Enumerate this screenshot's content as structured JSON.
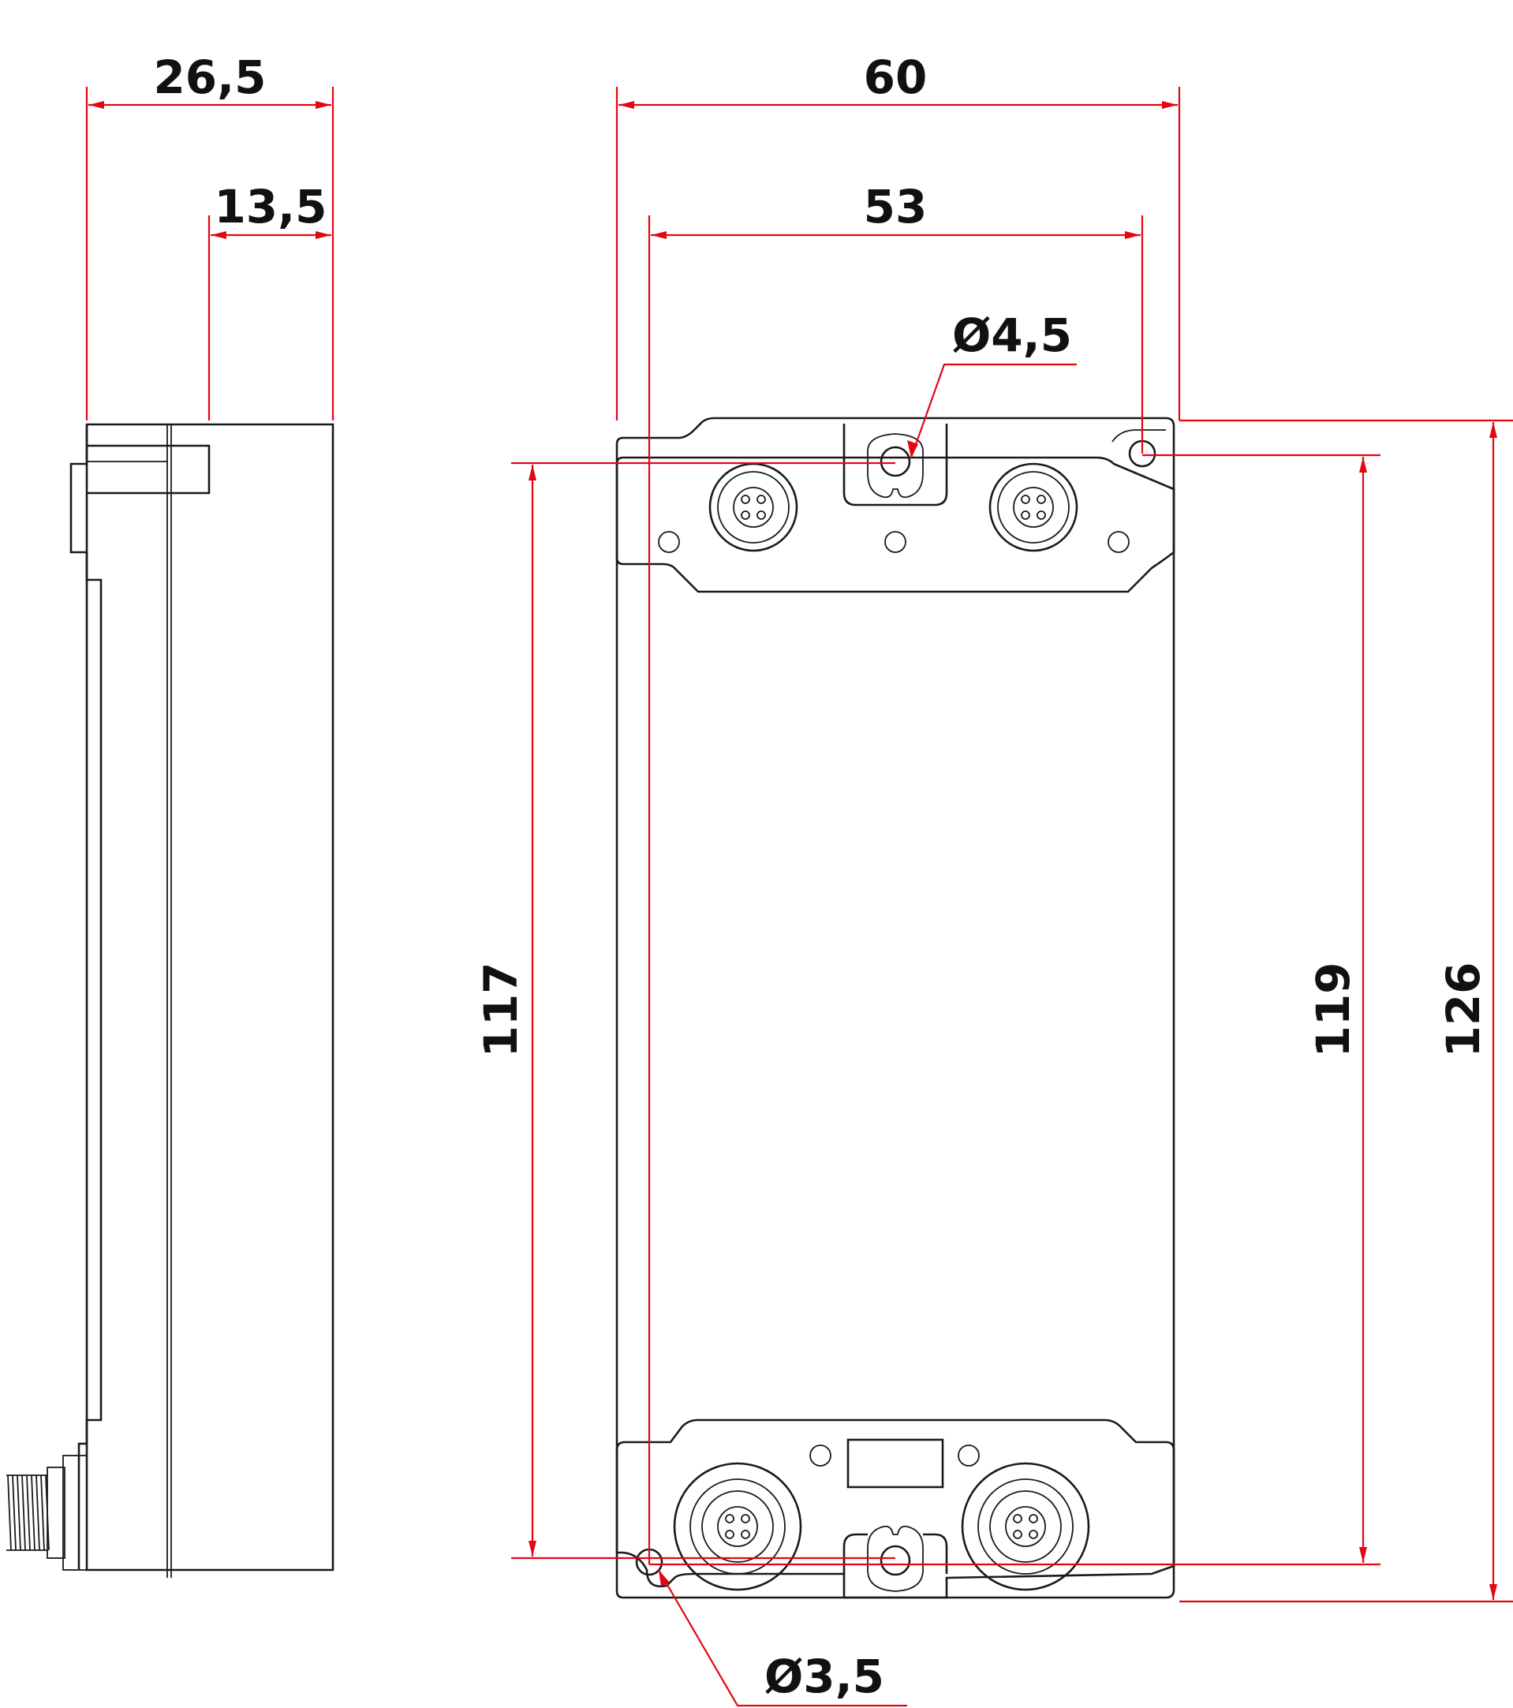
{
  "colors": {
    "dimension": "#e30613",
    "outline": "#1a1a1a",
    "text": "#111111",
    "background": "#ffffff"
  },
  "dimensions": {
    "side_depth": "26,5",
    "side_flange": "13,5",
    "width_total": "60",
    "width_holes": "53",
    "hole_top_diameter": "Ø4,5",
    "hole_bottom_diameter": "Ø3,5",
    "height_left": "117",
    "height_holes": "119",
    "height_total": "126"
  }
}
